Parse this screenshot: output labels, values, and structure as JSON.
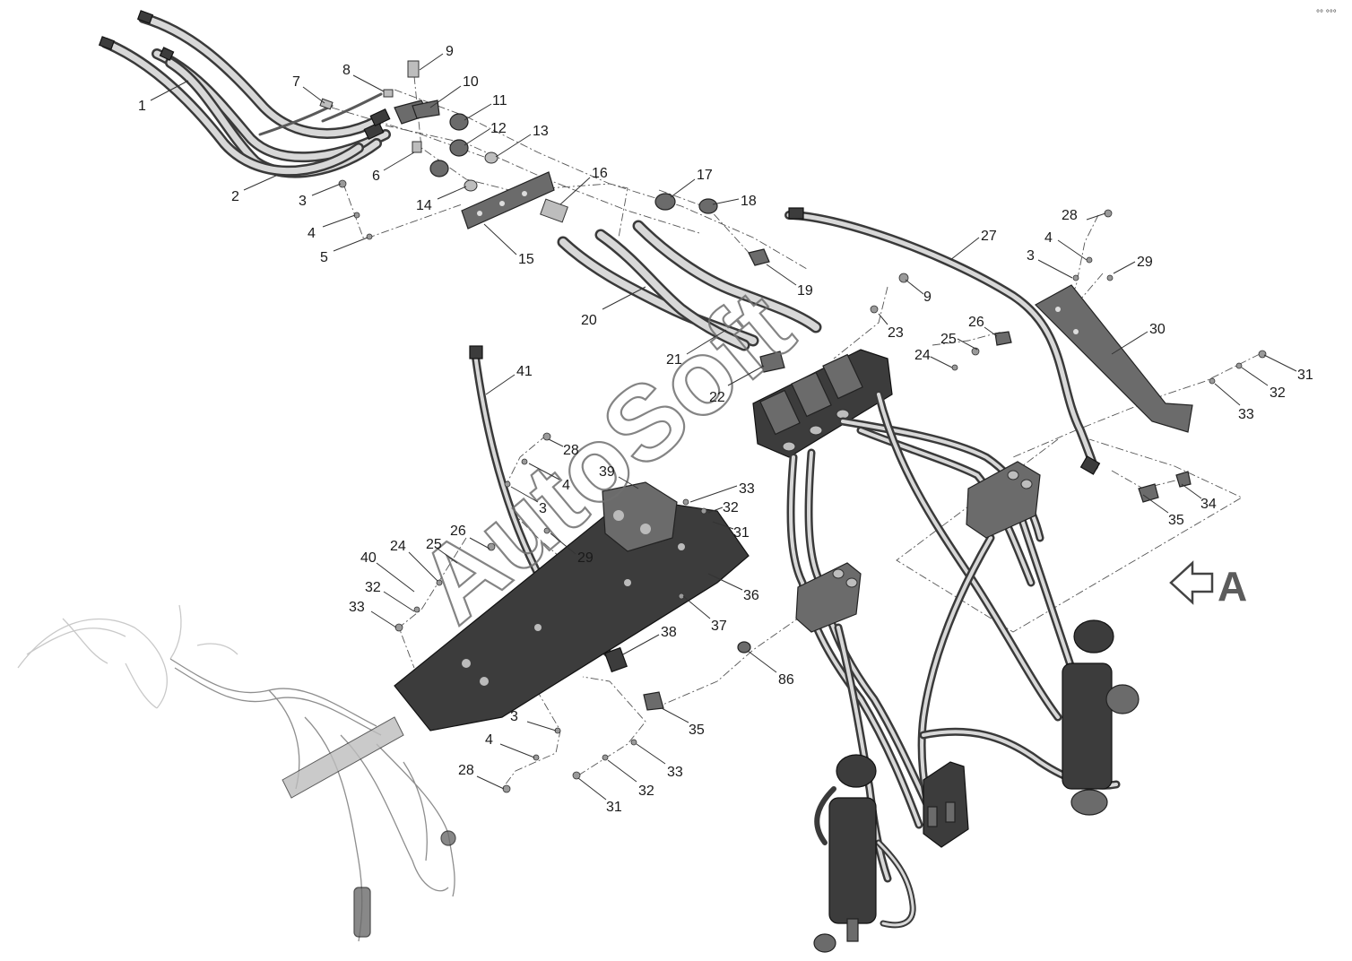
{
  "diagram": {
    "watermark": "AutoSoft",
    "view_label": "A",
    "corner_mark": "°° °°°",
    "callouts": [
      {
        "id": "c1",
        "text": "1"
      },
      {
        "id": "c2",
        "text": "2"
      },
      {
        "id": "c3a",
        "text": "3"
      },
      {
        "id": "c4a",
        "text": "4"
      },
      {
        "id": "c5",
        "text": "5"
      },
      {
        "id": "c6",
        "text": "6"
      },
      {
        "id": "c7",
        "text": "7"
      },
      {
        "id": "c8",
        "text": "8"
      },
      {
        "id": "c9a",
        "text": "9"
      },
      {
        "id": "c10",
        "text": "10"
      },
      {
        "id": "c11",
        "text": "11"
      },
      {
        "id": "c12",
        "text": "12"
      },
      {
        "id": "c13",
        "text": "13"
      },
      {
        "id": "c14",
        "text": "14"
      },
      {
        "id": "c15",
        "text": "15"
      },
      {
        "id": "c16",
        "text": "16"
      },
      {
        "id": "c17",
        "text": "17"
      },
      {
        "id": "c18",
        "text": "18"
      },
      {
        "id": "c19",
        "text": "19"
      },
      {
        "id": "c20",
        "text": "20"
      },
      {
        "id": "c21",
        "text": "21"
      },
      {
        "id": "c22",
        "text": "22"
      },
      {
        "id": "c23",
        "text": "23"
      },
      {
        "id": "c24a",
        "text": "24"
      },
      {
        "id": "c25a",
        "text": "25"
      },
      {
        "id": "c26a",
        "text": "26"
      },
      {
        "id": "c27",
        "text": "27"
      },
      {
        "id": "c28a",
        "text": "28"
      },
      {
        "id": "c4b",
        "text": "4"
      },
      {
        "id": "c3b",
        "text": "3"
      },
      {
        "id": "c29a",
        "text": "29"
      },
      {
        "id": "c9b",
        "text": "9"
      },
      {
        "id": "c30",
        "text": "30"
      },
      {
        "id": "c31a",
        "text": "31"
      },
      {
        "id": "c32a",
        "text": "32"
      },
      {
        "id": "c33a",
        "text": "33"
      },
      {
        "id": "c41",
        "text": "41"
      },
      {
        "id": "c28b",
        "text": "28"
      },
      {
        "id": "c4c",
        "text": "4"
      },
      {
        "id": "c3c",
        "text": "3"
      },
      {
        "id": "c39",
        "text": "39"
      },
      {
        "id": "c33b",
        "text": "33"
      },
      {
        "id": "c32b",
        "text": "32"
      },
      {
        "id": "c31b",
        "text": "31"
      },
      {
        "id": "c29b",
        "text": "29"
      },
      {
        "id": "c26b",
        "text": "26"
      },
      {
        "id": "c25b",
        "text": "25"
      },
      {
        "id": "c24b",
        "text": "24"
      },
      {
        "id": "c40",
        "text": "40"
      },
      {
        "id": "c32c",
        "text": "32"
      },
      {
        "id": "c33c",
        "text": "33"
      },
      {
        "id": "c36",
        "text": "36"
      },
      {
        "id": "c37",
        "text": "37"
      },
      {
        "id": "c38",
        "text": "38"
      },
      {
        "id": "c35a",
        "text": "35"
      },
      {
        "id": "c34",
        "text": "34"
      },
      {
        "id": "c35b",
        "text": "35"
      },
      {
        "id": "c86",
        "text": "86"
      },
      {
        "id": "c3d",
        "text": "3"
      },
      {
        "id": "c4d",
        "text": "4"
      },
      {
        "id": "c28c",
        "text": "28"
      },
      {
        "id": "c33d",
        "text": "33"
      },
      {
        "id": "c32d",
        "text": "32"
      },
      {
        "id": "c31c",
        "text": "31"
      }
    ]
  }
}
